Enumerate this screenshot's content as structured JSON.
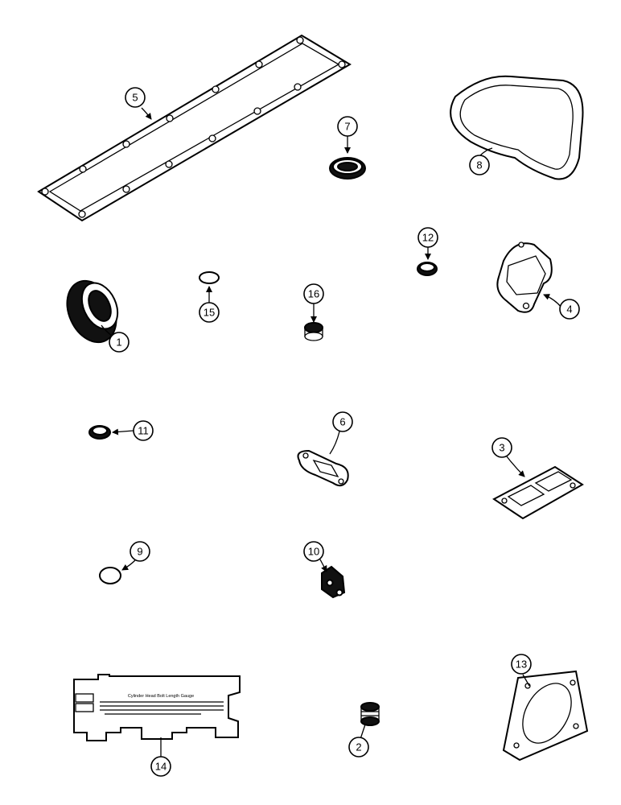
{
  "callouts": {
    "c1": "1",
    "c2": "2",
    "c3": "3",
    "c4": "4",
    "c5": "5",
    "c6": "6",
    "c7": "7",
    "c8": "8",
    "c9": "9",
    "c10": "10",
    "c11": "11",
    "c12": "12",
    "c13": "13",
    "c14": "14",
    "c15": "15",
    "c16": "16"
  },
  "gauge": {
    "title": "Cylinder Head Bolt Length Gauge"
  }
}
